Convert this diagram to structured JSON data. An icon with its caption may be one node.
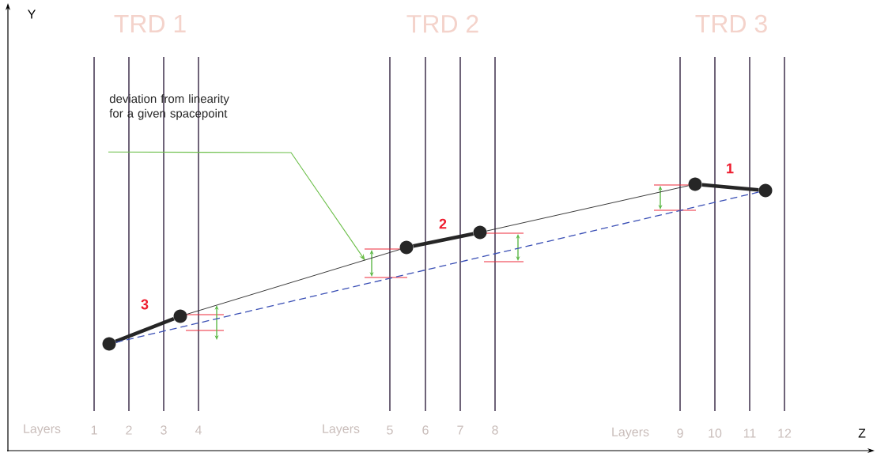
{
  "diagram": {
    "nodes": [
      {
        "text": [
          "deviation from linearity for a given spacepoint"
        ]
      },
      {
        "text": [],
        "shape": "circle"
      },
      {
        "text": [],
        "shape": "circle"
      },
      {
        "text": [],
        "shape": "circle"
      },
      {
        "text": [],
        "shape": "circle"
      },
      {
        "text": [],
        "shape": "circle"
      },
      {
        "text": [],
        "shape": "circle"
      }
    ],
    "edges": [
      {
        "from": 0,
        "to": null,
        "arrow": "to",
        "color": "#6cbf4a"
      },
      {
        "from": 1,
        "to": 2,
        "arrow": "none",
        "style": "thick",
        "label": "3"
      },
      {
        "from": 3,
        "to": 4,
        "arrow": "none",
        "style": "thick",
        "label": "2"
      },
      {
        "from": 5,
        "to": 6,
        "arrow": "none",
        "style": "thick",
        "label": "1"
      },
      {
        "from": 2,
        "to": 3,
        "arrow": "none"
      },
      {
        "from": 4,
        "to": 5,
        "arrow": "none"
      },
      {
        "from": 1,
        "to": 6,
        "arrow": "none",
        "style": "dashed",
        "color": "#3a4fb5"
      }
    ],
    "labels": [
      "Y",
      "TRD 1",
      "TRD 2",
      "TRD 3",
      "Layers",
      "1",
      "2",
      "3",
      "4",
      "Layers",
      "5",
      "6",
      "7",
      "8",
      "Layers",
      "9",
      "10",
      "11",
      "12",
      "Z"
    ]
  }
}
